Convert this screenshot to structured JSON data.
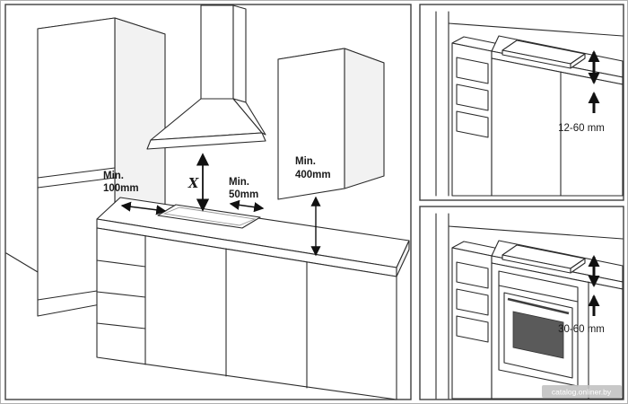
{
  "colors": {
    "line": "#2b2b2b",
    "chimney": "#d4d4d4",
    "chimney_side": "#a2a2a2",
    "hood": "#b3b3b3",
    "hood_dark": "#8f8f8f",
    "hood_rim": "#cdcdcd",
    "cooktop": "#6a6a6a",
    "cooktop_edge": "#4f4f4f",
    "oven_frame": "#b9b9b9",
    "oven_door": "#787878",
    "oven_window": "#5a5a5a"
  },
  "main_panel": {
    "side_clearance": {
      "line1": "Min.",
      "line2": "100mm"
    },
    "hood_distance_label": "X",
    "rear_clearance": {
      "line1": "Min.",
      "line2": "50mm"
    },
    "wall_cabinet_clearance": {
      "line1": "Min.",
      "line2": "400mm"
    }
  },
  "top_right_panel": {
    "embed_depth_label": "12-60 mm"
  },
  "bottom_right_panel": {
    "embed_depth_label": "30-60 mm"
  },
  "watermark": "catalog.onliner.by"
}
